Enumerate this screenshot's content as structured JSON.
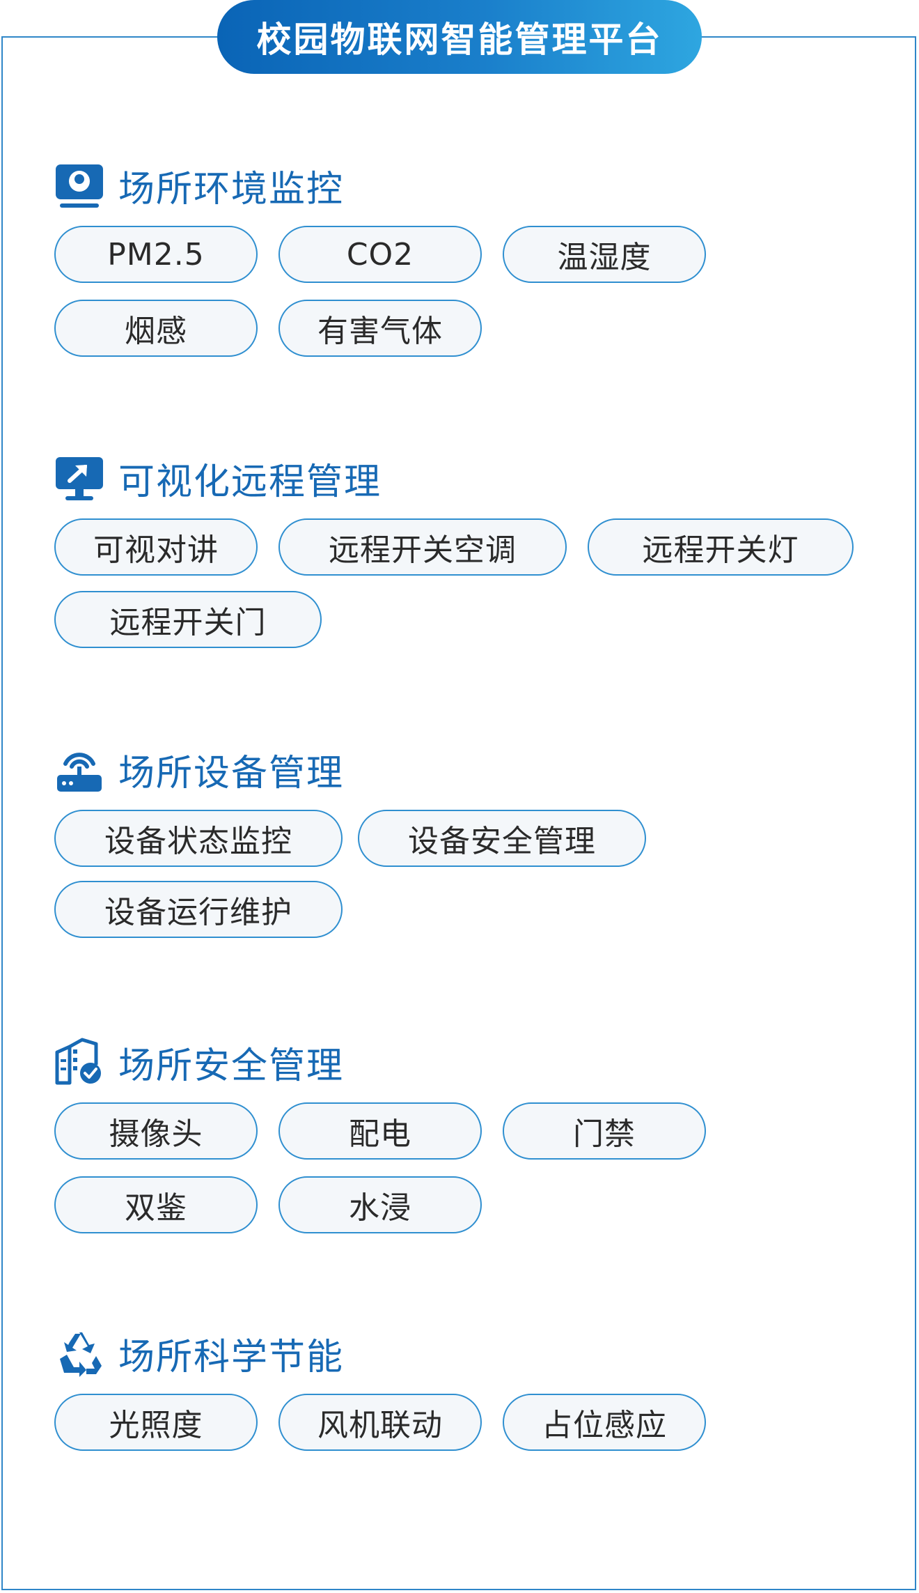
{
  "header": {
    "title": "校园物联网智能管理平台"
  },
  "colors": {
    "accent": "#1769b4",
    "border": "#2f8fd0",
    "pill_bg": "#f4f7fa",
    "title_gradient_start": "#0a64b6",
    "title_gradient_end": "#2ea6e0"
  },
  "sections": [
    {
      "icon": "monitor-camera-icon",
      "title": "场所环境监控",
      "items": [
        "PM2.5",
        "CO2",
        "温湿度",
        "烟感",
        "有害气体"
      ]
    },
    {
      "icon": "remote-monitor-icon",
      "title": "可视化远程管理",
      "items": [
        "可视对讲",
        "远程开关空调",
        "远程开关灯",
        "远程开关门"
      ]
    },
    {
      "icon": "router-icon",
      "title": "场所设备管理",
      "items": [
        "设备状态监控",
        "设备安全管理",
        "设备运行维护"
      ]
    },
    {
      "icon": "building-shield-icon",
      "title": "场所安全管理",
      "items": [
        "摄像头",
        "配电",
        "门禁",
        "双鉴",
        "水浸"
      ]
    },
    {
      "icon": "recycle-icon",
      "title": "场所科学节能",
      "items": [
        "光照度",
        "风机联动",
        "占位感应"
      ]
    }
  ]
}
